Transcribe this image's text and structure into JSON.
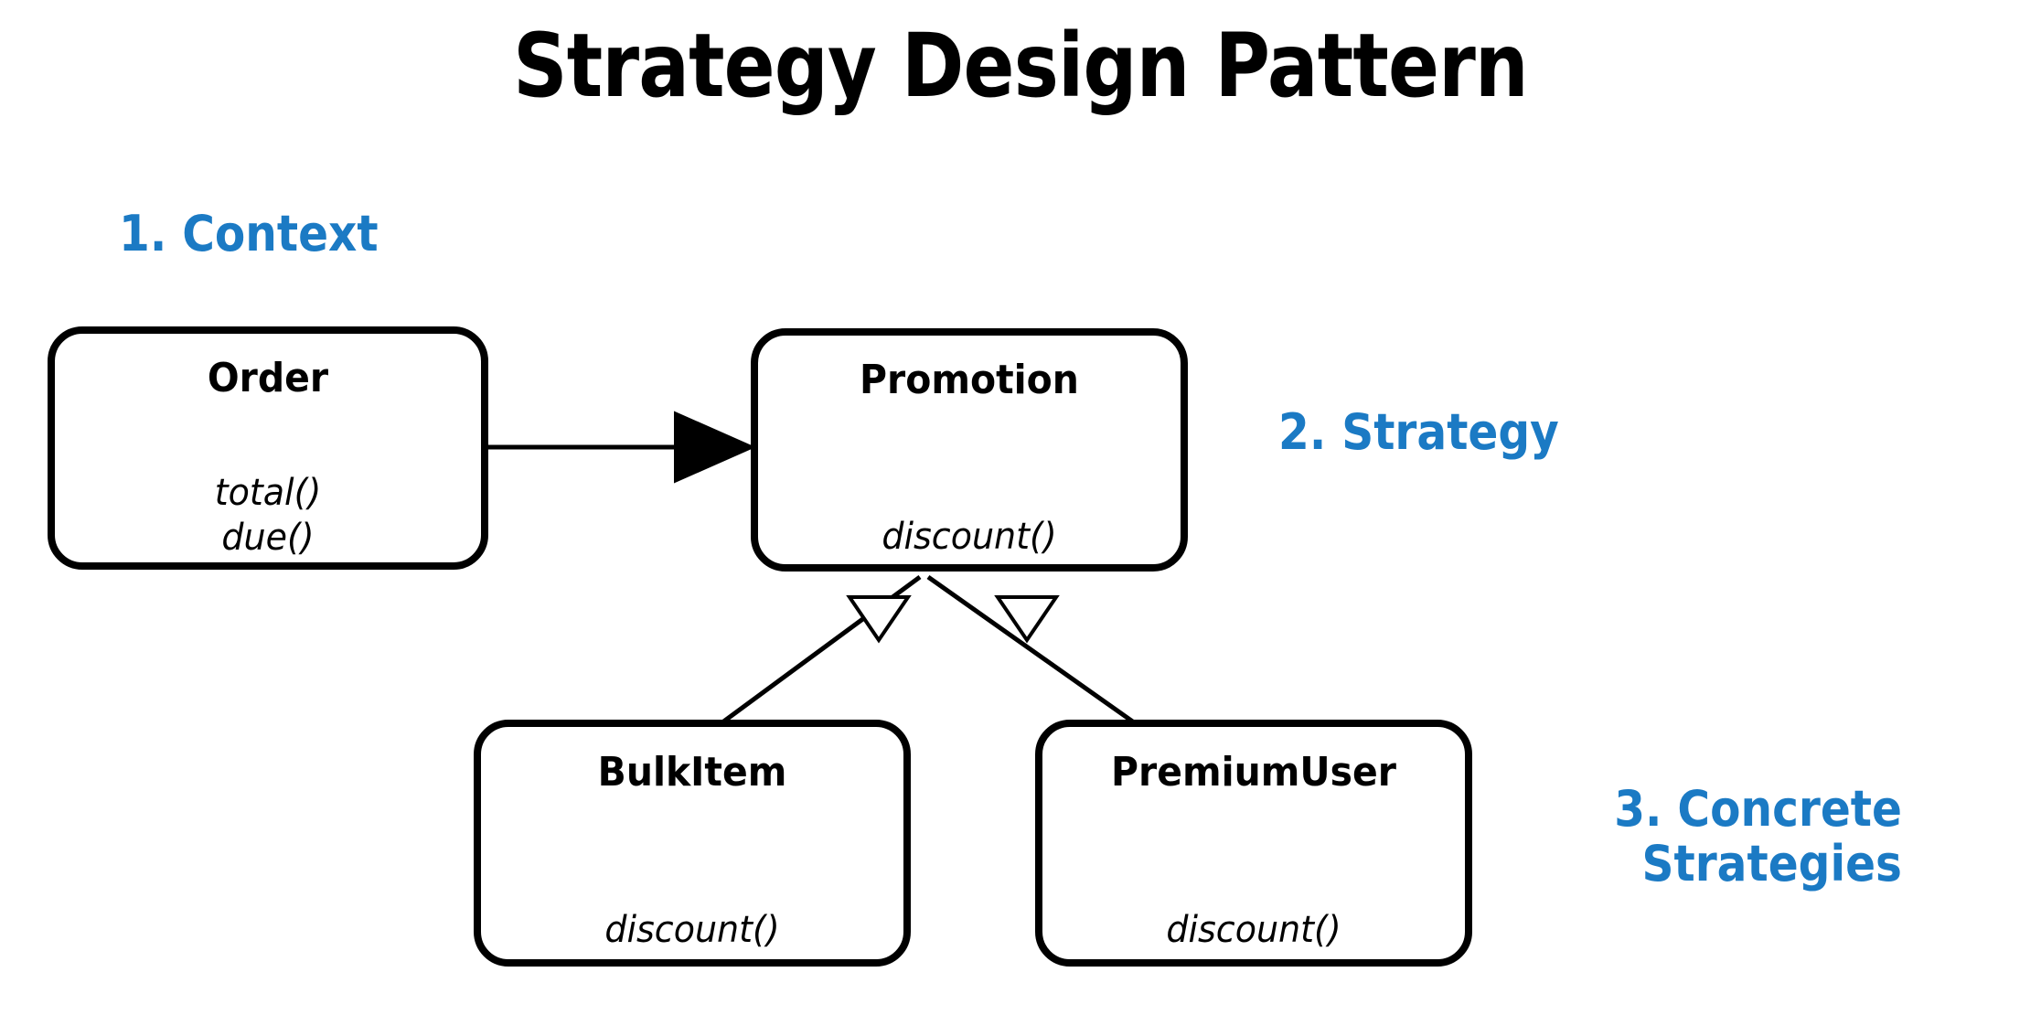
{
  "diagram": {
    "title": "Strategy Design Pattern",
    "type": "uml-class-diagram",
    "background_color": "#ffffff",
    "accent_color": "#1b7ac4",
    "line_color": "#000000",
    "sections": [
      {
        "id": "context",
        "label": "1. Context"
      },
      {
        "id": "strategy",
        "label": "2. Strategy"
      },
      {
        "id": "concrete",
        "label": "3. Concrete\nStrategies"
      }
    ],
    "classes": [
      {
        "id": "order",
        "name": "Order",
        "methods": "total()\ndue()",
        "section": "context"
      },
      {
        "id": "promotion",
        "name": "Promotion",
        "methods": "discount()",
        "section": "strategy"
      },
      {
        "id": "bulkitem",
        "name": "BulkItem",
        "methods": "discount()",
        "section": "concrete"
      },
      {
        "id": "premiumuser",
        "name": "PremiumUser",
        "methods": "discount()",
        "section": "concrete"
      }
    ],
    "relationships": [
      {
        "id": "order-uses-promotion",
        "from": "order",
        "to": "promotion",
        "kind": "association",
        "arrowhead": "filled-triangle"
      },
      {
        "id": "bulkitem-inherits-promotion",
        "from": "bulkitem",
        "to": "promotion",
        "kind": "generalization",
        "arrowhead": "hollow-triangle"
      },
      {
        "id": "premiumuser-inherits-promotion",
        "from": "premiumuser",
        "to": "promotion",
        "kind": "generalization",
        "arrowhead": "hollow-triangle"
      }
    ]
  }
}
